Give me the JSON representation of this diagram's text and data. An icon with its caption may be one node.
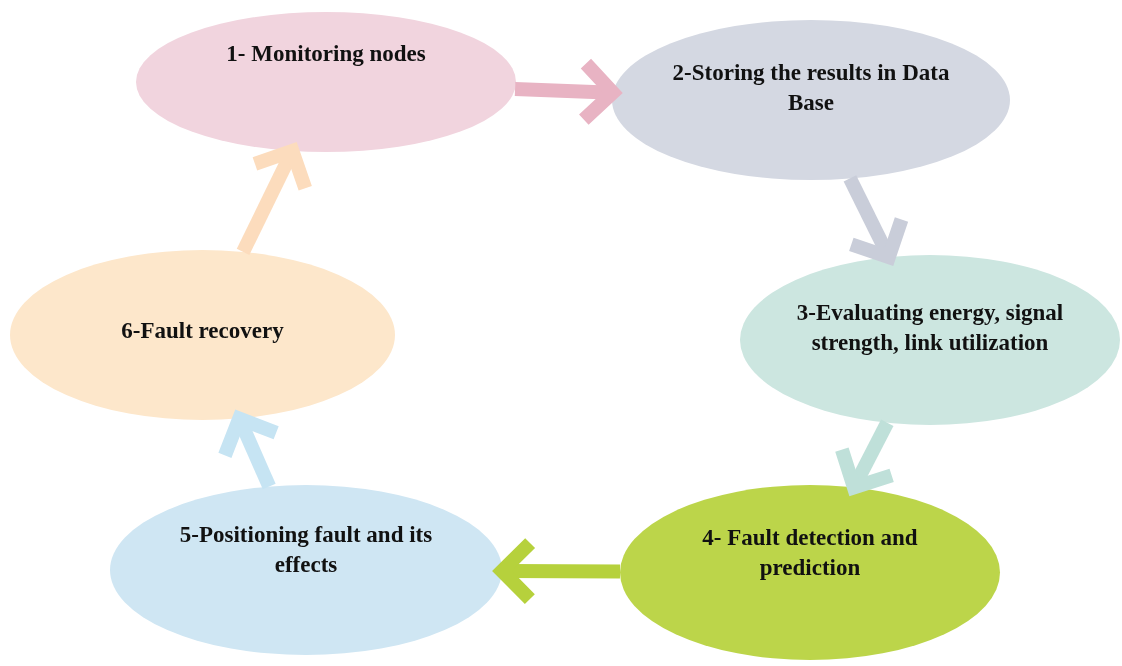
{
  "diagram": {
    "nodes": [
      {
        "text": [
          "1- Monitoring nodes"
        ]
      },
      {
        "text": [
          "2-Storing the results in Data Base"
        ]
      },
      {
        "text": [
          "3-Evaluating energy, signal strength, link utilization"
        ]
      },
      {
        "text": [
          "4- Fault detection and prediction"
        ]
      },
      {
        "text": [
          "5-Positioning fault and its effects"
        ]
      },
      {
        "text": [
          "6-Fault recovery"
        ]
      }
    ],
    "edges": [
      {
        "from": 0,
        "to": 1,
        "arrow": "to",
        "color": "#e8b3c3"
      },
      {
        "from": 1,
        "to": 2,
        "arrow": "to",
        "color": "#c9cdd9"
      },
      {
        "from": 2,
        "to": 3,
        "arrow": "to",
        "color": "#bfe0d9"
      },
      {
        "from": 3,
        "to": 4,
        "arrow": "to",
        "color": "#b6d13c"
      },
      {
        "from": 4,
        "to": 5,
        "arrow": "to",
        "color": "#c6e4f3"
      },
      {
        "from": 5,
        "to": 0,
        "arrow": "to",
        "color": "#fcdcbd"
      }
    ]
  }
}
